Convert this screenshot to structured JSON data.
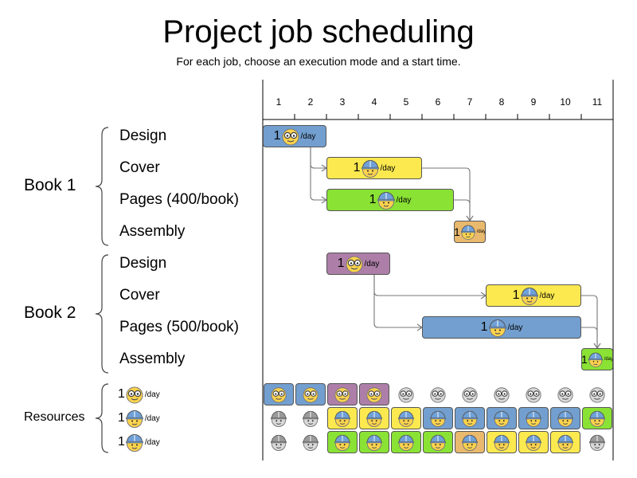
{
  "title": "Project job scheduling",
  "subtitle": "For each job, choose an execution mode and a start time.",
  "columns": [
    "1",
    "2",
    "3",
    "4",
    "5",
    "6",
    "7",
    "8",
    "9",
    "10",
    "11"
  ],
  "rate_unit": "/day",
  "rate_value": "1",
  "colors": {
    "blue": "#729fcf",
    "yellow": "#fce94f",
    "green": "#8ae234",
    "purple": "#ad7fa8",
    "orange": "#e9b96e",
    "gray": "#b0b0b0"
  },
  "books": [
    {
      "label": "Book 1",
      "tasks": [
        {
          "label": "Design",
          "start": 1,
          "duration": 2,
          "color": "blue",
          "resource": "engineer"
        },
        {
          "label": "Cover",
          "start": 3,
          "duration": 3,
          "color": "yellow",
          "resource": "worker"
        },
        {
          "label": "Pages (400/book)",
          "start": 3,
          "duration": 4,
          "color": "green",
          "resource": "worker"
        },
        {
          "label": "Assembly",
          "start": 7,
          "duration": 1,
          "color": "orange",
          "resource": "worker"
        }
      ]
    },
    {
      "label": "Book 2",
      "tasks": [
        {
          "label": "Design",
          "start": 3,
          "duration": 2,
          "color": "purple",
          "resource": "engineer"
        },
        {
          "label": "Cover",
          "start": 8,
          "duration": 3,
          "color": "yellow",
          "resource": "worker"
        },
        {
          "label": "Pages (500/book)",
          "start": 6,
          "duration": 5,
          "color": "blue",
          "resource": "worker"
        },
        {
          "label": "Assembly",
          "start": 11,
          "duration": 1,
          "color": "green",
          "resource": "worker"
        }
      ]
    }
  ],
  "resources_label": "Resources",
  "resources": [
    {
      "type": "engineer",
      "cells": [
        "blue",
        "blue",
        "purple",
        "purple",
        "none",
        "none",
        "none",
        "none",
        "none",
        "none",
        "none"
      ]
    },
    {
      "type": "worker",
      "cells": [
        "none",
        "none",
        "yellow",
        "yellow",
        "yellow",
        "blue",
        "blue",
        "blue",
        "blue",
        "blue",
        "green"
      ]
    },
    {
      "type": "worker",
      "cells": [
        "none",
        "none",
        "green",
        "green",
        "green",
        "green",
        "orange",
        "yellow",
        "yellow",
        "yellow",
        "none"
      ]
    }
  ]
}
